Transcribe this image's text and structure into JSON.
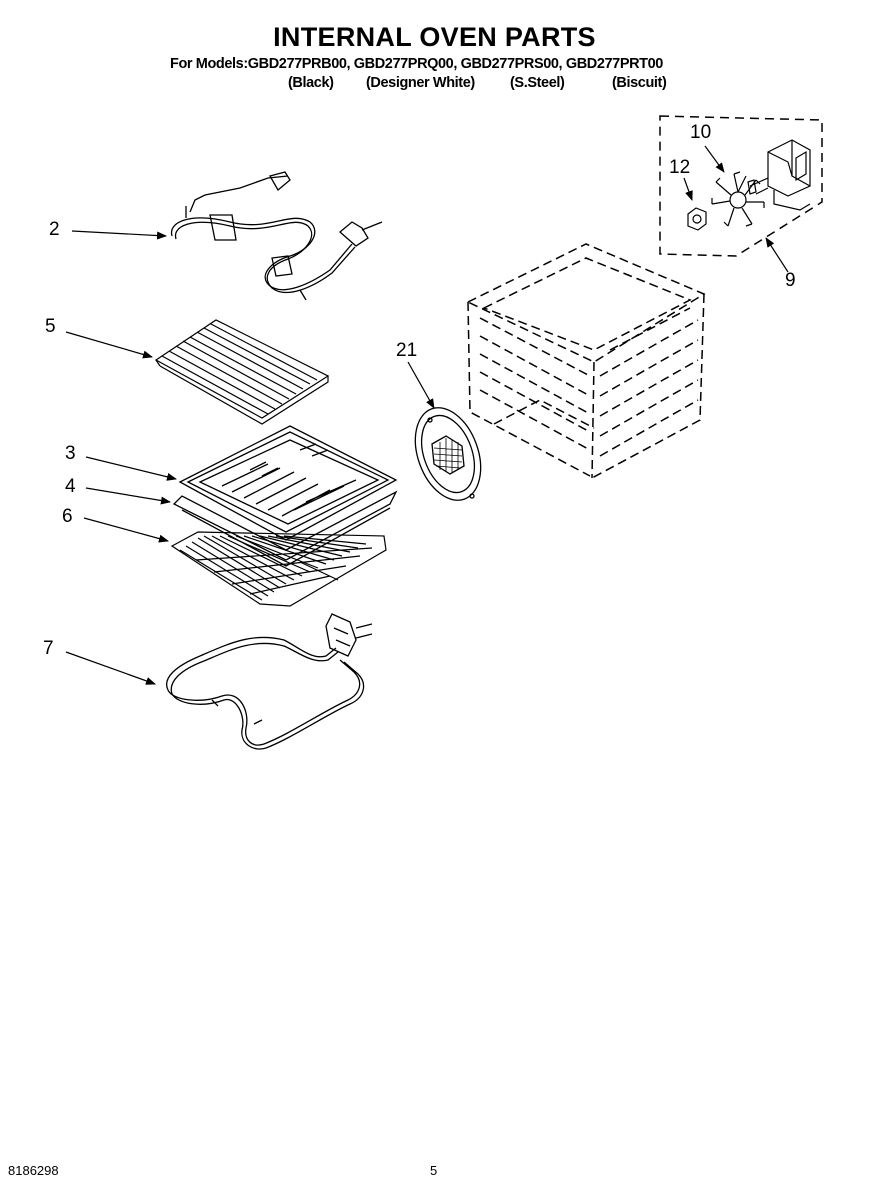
{
  "header": {
    "title": "INTERNAL OVEN PARTS",
    "models_line": "For Models:GBD277PRB00, GBD277PRQ00, GBD277PRS00, GBD277PRT00",
    "variants": [
      "(Black)",
      "(Designer White)",
      "(S.Steel)",
      "(Biscuit)"
    ]
  },
  "callouts": [
    "2",
    "5",
    "3",
    "4",
    "6",
    "7",
    "21",
    "10",
    "12",
    "9"
  ],
  "footer": {
    "doc_number": "8186298",
    "page_number": "5"
  }
}
